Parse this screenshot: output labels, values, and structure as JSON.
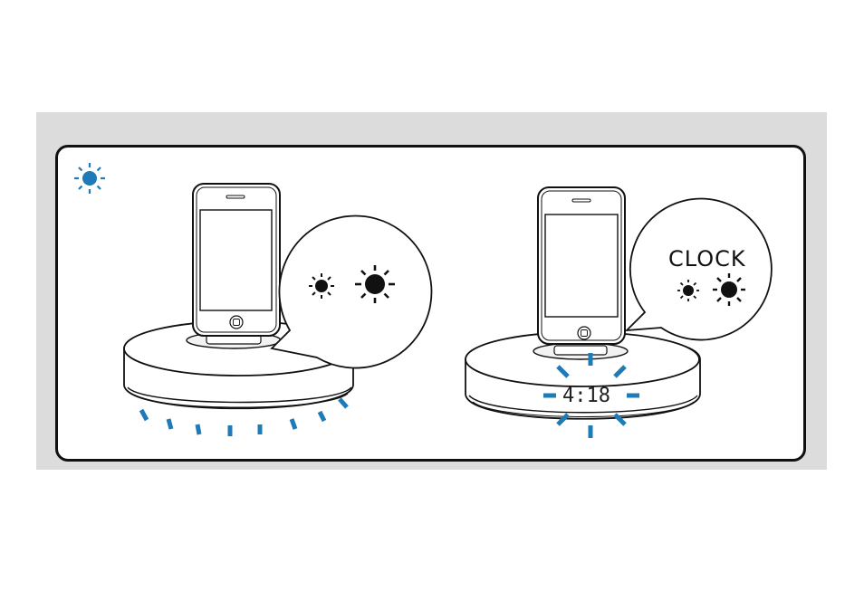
{
  "brightness_panel": {
    "bubble_right_label": "CLOCK",
    "display_time": "4:18"
  },
  "colors": {
    "accent": "#1f7ab8",
    "frame": "#111111",
    "panel_bg": "#dcdcdc"
  },
  "icons": {
    "mode": "sun-icon",
    "brightness_low": "sun-icon-small",
    "brightness_high": "sun-icon-large"
  }
}
